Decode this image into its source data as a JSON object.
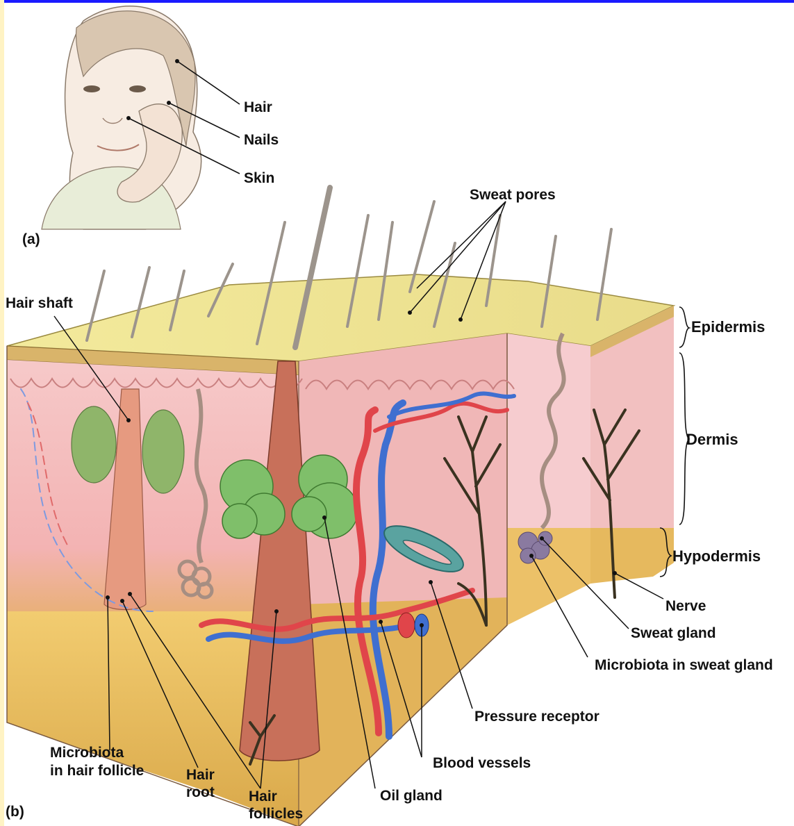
{
  "panel_a": "(a)",
  "panel_b": "(b)",
  "labels": {
    "hair": "Hair",
    "nails": "Nails",
    "skin": "Skin",
    "sweat_pores": "Sweat pores",
    "hair_shaft": "Hair shaft",
    "epidermis": "Epidermis",
    "dermis": "Dermis",
    "hypodermis": "Hypodermis",
    "nerve": "Nerve",
    "sweat_gland": "Sweat gland",
    "microbiota_sweat_gland": "Microbiota in sweat gland",
    "pressure_receptor": "Pressure receptor",
    "blood_vessels": "Blood vessels",
    "oil_gland": "Oil gland",
    "hair_follicles_1": "Hair",
    "hair_follicles_2": "follicles",
    "hair_root_1": "Hair",
    "hair_root_2": "root",
    "microbiota_hair_1": "Microbiota",
    "microbiota_hair_2": "in hair follicle"
  }
}
